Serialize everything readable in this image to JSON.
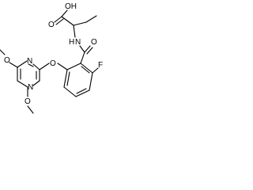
{
  "molecule": {
    "atoms": {
      "hydroxyl": "OH",
      "carbonyl_o": "O",
      "amide_n": "N",
      "amide_h": "H",
      "amide_o": "O",
      "ether_o": "O",
      "fluoro": "F",
      "pyrimidine_n_top": "N",
      "pyrimidine_n_bottom": "N",
      "methoxy_o_top": "O",
      "methoxy_o_bottom": "O"
    },
    "colors": {
      "bond": "#000000",
      "label": "#000000",
      "background": "#ffffff"
    }
  }
}
